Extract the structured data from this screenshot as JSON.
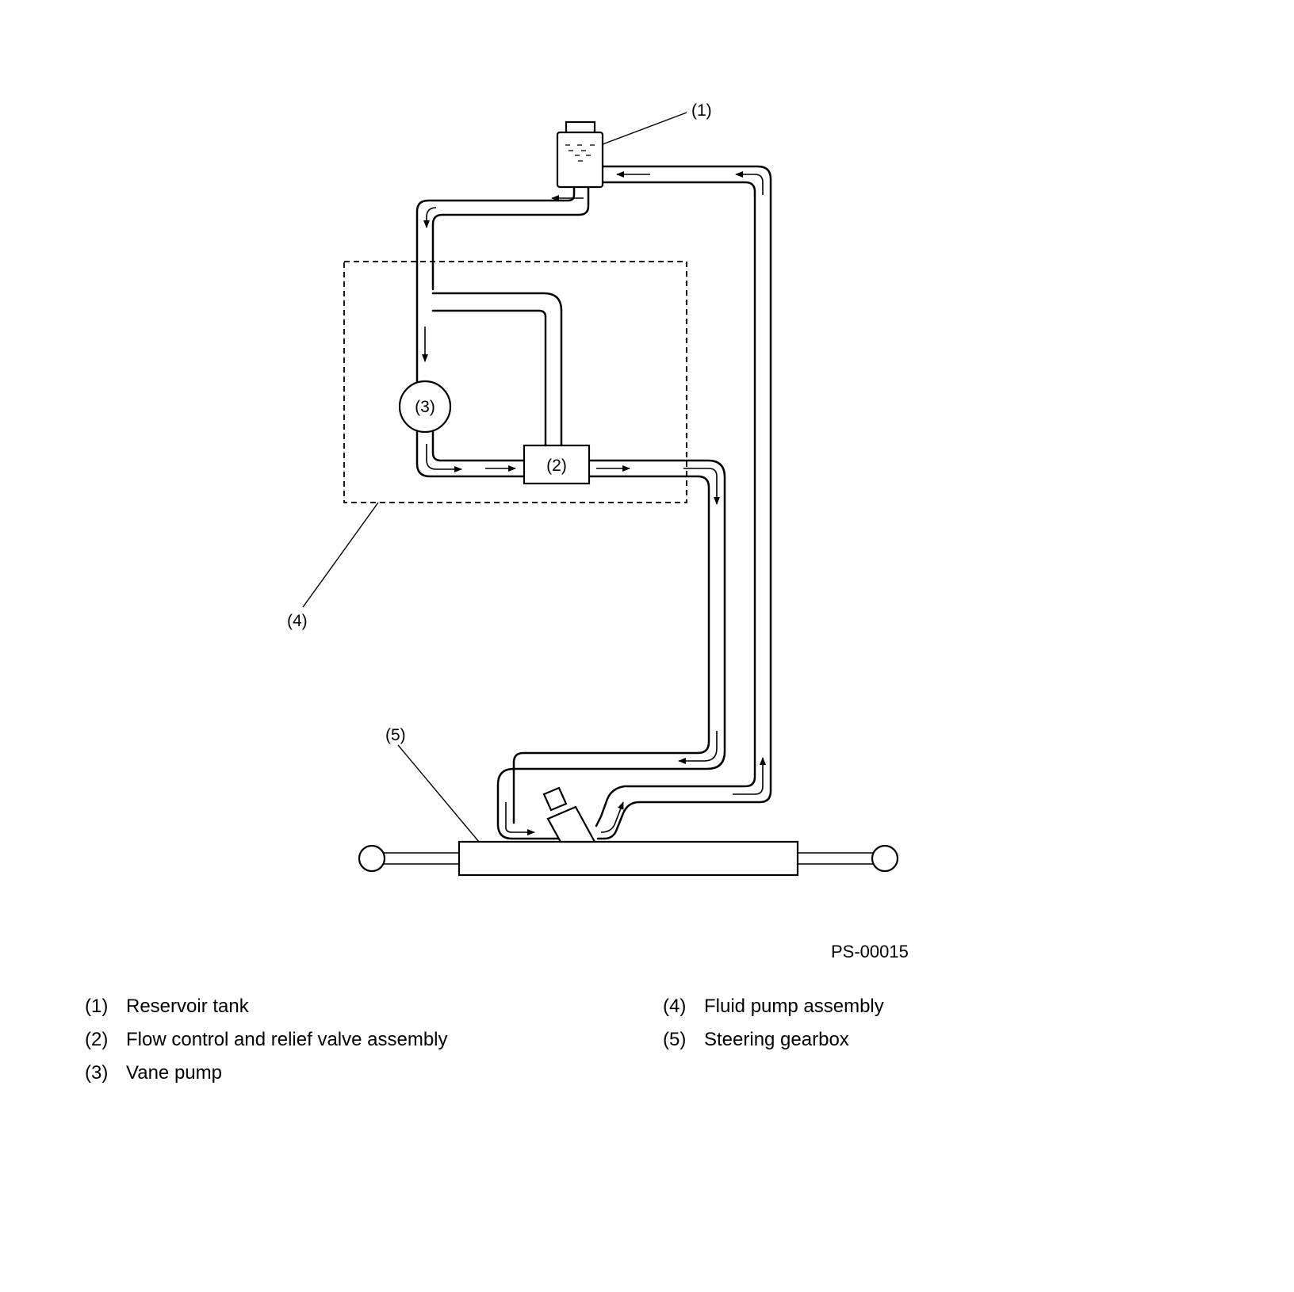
{
  "figure_id": "PS-00015",
  "callouts": {
    "reservoir": "(1)",
    "valve": "(2)",
    "pump": "(3)",
    "pump_assembly": "(4)",
    "gearbox": "(5)"
  },
  "legend": [
    {
      "number": "(1)",
      "label": "Reservoir tank"
    },
    {
      "number": "(2)",
      "label": "Flow control and relief valve assembly"
    },
    {
      "number": "(3)",
      "label": "Vane pump"
    },
    {
      "number": "(4)",
      "label": "Fluid pump assembly"
    },
    {
      "number": "(5)",
      "label": "Steering gearbox"
    }
  ]
}
